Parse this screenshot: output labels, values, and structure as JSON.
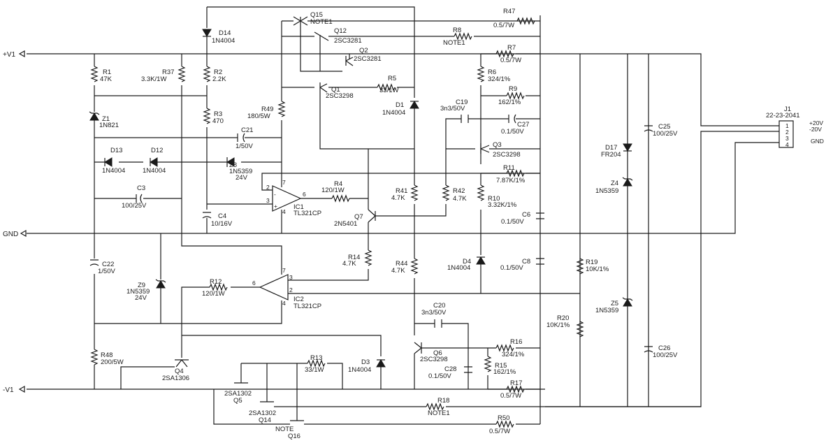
{
  "nets": {
    "vplus": "+V1",
    "gnd": "GND",
    "vminus": "-V1"
  },
  "components": {
    "R1": {
      "ref": "R1",
      "value": "47K"
    },
    "R37": {
      "ref": "R37",
      "value": "3.3K/1W"
    },
    "R2": {
      "ref": "R2",
      "value": "2.2K"
    },
    "R3": {
      "ref": "R3",
      "value": "470"
    },
    "R49": {
      "ref": "R49",
      "value": "180/5W"
    },
    "R4": {
      "ref": "R4",
      "value": "120/1W"
    },
    "R5": {
      "ref": "R5",
      "value": "33/1W"
    },
    "R6": {
      "ref": "R6",
      "value": "324/1%"
    },
    "R7": {
      "ref": "R7",
      "value": "0.5/7W"
    },
    "R8": {
      "ref": "R8",
      "value": "NOTE1"
    },
    "R9": {
      "ref": "R9",
      "value": "162/1%"
    },
    "R10": {
      "ref": "R10",
      "value": "3.32K/1%"
    },
    "R11": {
      "ref": "R11",
      "value": "7.87K/1%"
    },
    "R12": {
      "ref": "R12",
      "value": "120/1W"
    },
    "R13": {
      "ref": "R13",
      "value": "33/1W"
    },
    "R14": {
      "ref": "R14",
      "value": "4.7K"
    },
    "R15": {
      "ref": "R15",
      "value": "162/1%"
    },
    "R16": {
      "ref": "R16",
      "value": "324/1%"
    },
    "R17": {
      "ref": "R17",
      "value": "0.5/7W"
    },
    "R18": {
      "ref": "R18",
      "value": "NOTE1"
    },
    "R19": {
      "ref": "R19",
      "value": "10K/1%"
    },
    "R20": {
      "ref": "R20",
      "value": "10K/1%"
    },
    "R41": {
      "ref": "R41",
      "value": "4.7K"
    },
    "R42": {
      "ref": "R42",
      "value": "4.7K"
    },
    "R44": {
      "ref": "R44",
      "value": "4.7K"
    },
    "R47": {
      "ref": "R47",
      "value": "0.5/7W"
    },
    "R48": {
      "ref": "R48",
      "value": "200/5W"
    },
    "R50": {
      "ref": "R50",
      "value": "0.5/7W"
    },
    "C3": {
      "ref": "C3",
      "value": "100/25V"
    },
    "C4": {
      "ref": "C4",
      "value": "10/16V"
    },
    "C6": {
      "ref": "C6",
      "value": "0.1/50V"
    },
    "C8": {
      "ref": "C8",
      "value": "0.1/50V"
    },
    "C19": {
      "ref": "C19",
      "value": "3n3/50V"
    },
    "C20": {
      "ref": "C20",
      "value": "3n3/50V"
    },
    "C21": {
      "ref": "C21",
      "value": "1/50V"
    },
    "C22": {
      "ref": "C22",
      "value": "1/50V"
    },
    "C25": {
      "ref": "C25",
      "value": "100/25V"
    },
    "C26": {
      "ref": "C26",
      "value": "100/25V"
    },
    "C27": {
      "ref": "C27",
      "value": "0.1/50V"
    },
    "C28": {
      "ref": "C28",
      "value": "0.1/50V"
    },
    "D1": {
      "ref": "D1",
      "value": "1N4004"
    },
    "D3": {
      "ref": "D3",
      "value": "1N4004"
    },
    "D4": {
      "ref": "D4",
      "value": "1N4004"
    },
    "D12": {
      "ref": "D12",
      "value": "1N4004"
    },
    "D13": {
      "ref": "D13",
      "value": "1N4004"
    },
    "D14": {
      "ref": "D14",
      "value": "1N4004"
    },
    "D17": {
      "ref": "D17",
      "value": "FR204"
    },
    "Z1": {
      "ref": "Z1",
      "value": "1N821"
    },
    "Z4": {
      "ref": "Z4",
      "value": "1N5359"
    },
    "Z5": {
      "ref": "Z5",
      "value": "1N5359"
    },
    "Z8": {
      "ref": "Z8",
      "value": "1N5359",
      "value2": "24V"
    },
    "Z9": {
      "ref": "Z9",
      "value": "1N5359",
      "value2": "24V"
    },
    "Q1": {
      "ref": "Q1",
      "value": "2SC3298"
    },
    "Q2": {
      "ref": "Q2",
      "value": "2SC3281"
    },
    "Q3": {
      "ref": "Q3",
      "value": "2SC3298"
    },
    "Q4": {
      "ref": "Q4",
      "value": "2SA1306"
    },
    "Q5": {
      "ref": "Q5",
      "value": "2SA1302"
    },
    "Q6": {
      "ref": "Q6",
      "value": "2SC3298"
    },
    "Q7": {
      "ref": "Q7",
      "value": "2N5401"
    },
    "Q12": {
      "ref": "Q12",
      "value": "2SC3281"
    },
    "Q14": {
      "ref": "Q14",
      "value": "2SA1302"
    },
    "Q15": {
      "ref": "Q15",
      "value": "NOTE1"
    },
    "Q16": {
      "ref": "Q16",
      "value": "NOTE"
    },
    "IC1": {
      "ref": "IC1",
      "value": "TL321CP",
      "pins": [
        "7",
        "2",
        "3",
        "4",
        "6"
      ]
    },
    "IC2": {
      "ref": "IC2",
      "value": "TL321CP",
      "pins": [
        "7",
        "3",
        "2",
        "4",
        "6"
      ]
    }
  },
  "connector": {
    "ref": "J1",
    "value": "22-23-2041",
    "pins": [
      "1",
      "2",
      "3",
      "4"
    ],
    "labels": [
      "+20V",
      "-20V",
      "GND"
    ]
  }
}
